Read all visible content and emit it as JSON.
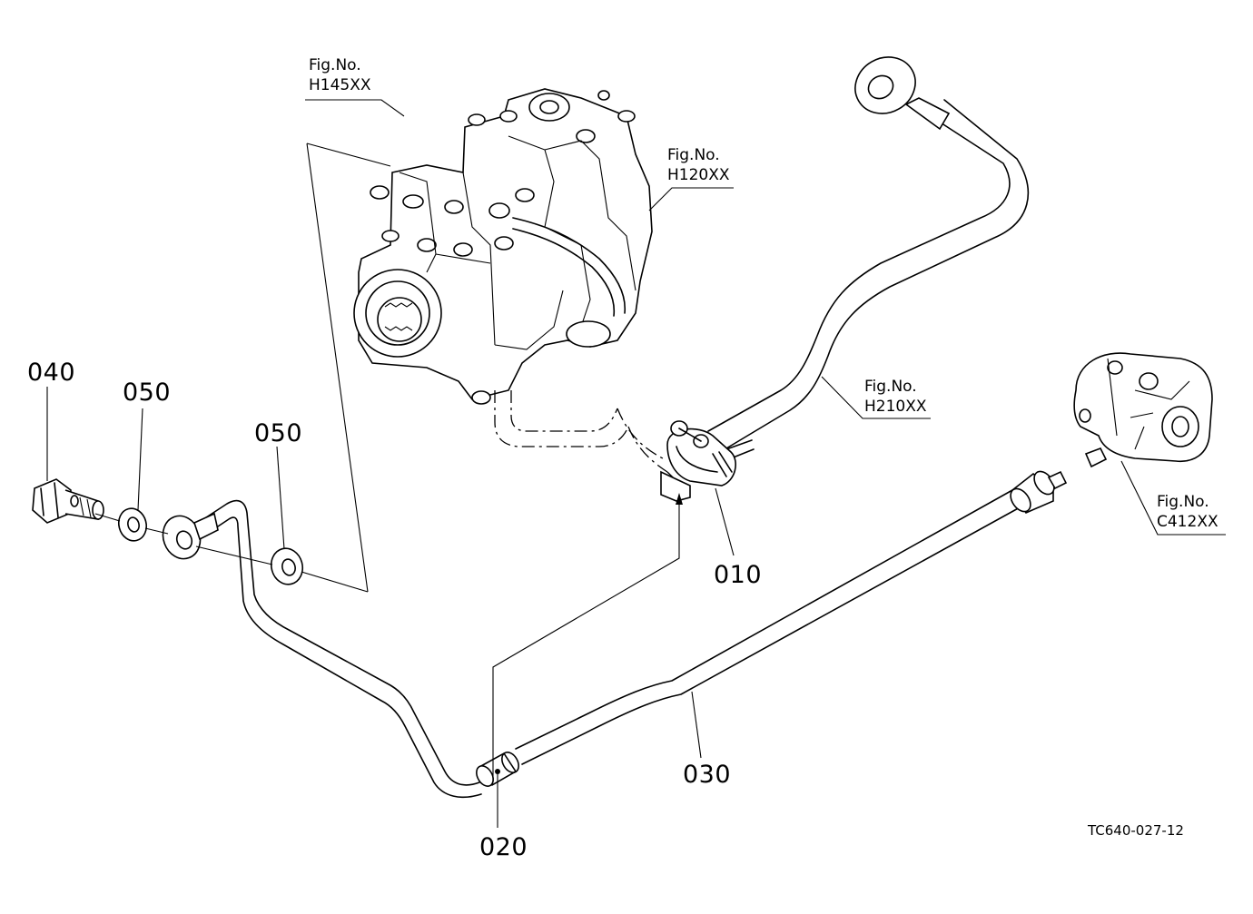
{
  "part_labels": {
    "p010": "010",
    "p020": "020",
    "p030": "030",
    "p040": "040",
    "p050_a": "050",
    "p050_b": "050"
  },
  "figure_refs": {
    "h145": {
      "line1": "Fig.No.",
      "line2": "H145XX"
    },
    "h120": {
      "line1": "Fig.No.",
      "line2": "H120XX"
    },
    "h210": {
      "line1": "Fig.No.",
      "line2": "H210XX"
    },
    "c412": {
      "line1": "Fig.No.",
      "line2": "C412XX"
    }
  },
  "drawing_number": "TC640-027-12"
}
